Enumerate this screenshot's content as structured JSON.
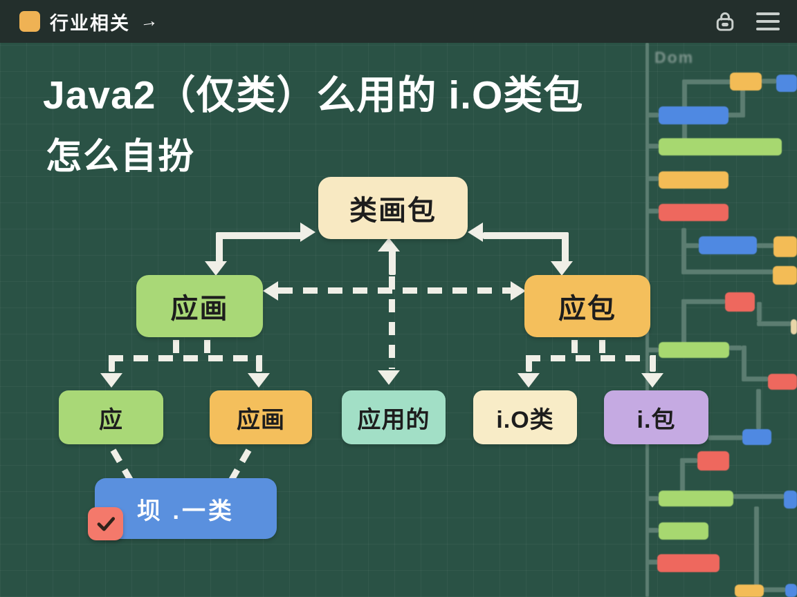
{
  "topbar": {
    "title": "行业相关",
    "arrow_glyph": "→",
    "bg_color": "#232F2C",
    "accent_color": "#EFB254",
    "icons": [
      "lock-icon",
      "menu-icon"
    ]
  },
  "heading": {
    "line1": "Java2（仅类）么用的 i.O类包",
    "line2": "怎么自扮"
  },
  "flowchart": {
    "board_color": "#2A5245",
    "arrow_color": "#F0EFE7",
    "nodes": [
      {
        "id": "root",
        "label": "类画包",
        "color": "#F8E9C2"
      },
      {
        "id": "mid-left",
        "label": "应画",
        "color": "#A9D877"
      },
      {
        "id": "mid-right",
        "label": "应包",
        "color": "#F4BF5C"
      },
      {
        "id": "leaf-1",
        "label": "应",
        "color": "#A9D877"
      },
      {
        "id": "leaf-2",
        "label": "应画",
        "color": "#F4BF5C"
      },
      {
        "id": "leaf-3",
        "label": "应用的",
        "color": "#A2DFC6"
      },
      {
        "id": "leaf-4",
        "label": "i.O类",
        "color": "#F8ECC7"
      },
      {
        "id": "leaf-5",
        "label": "i.包",
        "color": "#C5AAE2"
      },
      {
        "id": "result",
        "label": "坝 .一类",
        "color": "#5A90DE",
        "checked": true
      }
    ],
    "checkbox_color": "#F4796B"
  },
  "side_panel": {
    "watermark": "Dom",
    "line_color": "#5C7D71",
    "bar_colors": {
      "blue": "#4F89E2",
      "green": "#A7D870",
      "orange": "#F3BC56",
      "red": "#EE685E",
      "beige": "#E8D5A8"
    }
  }
}
